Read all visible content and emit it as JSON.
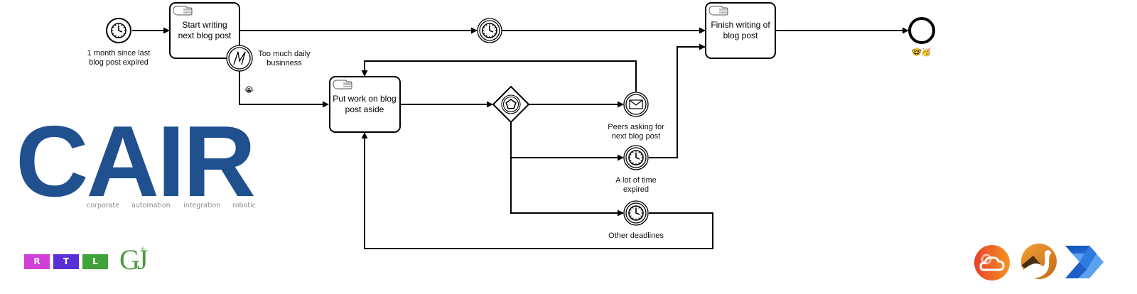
{
  "diagram": {
    "type": "BPMN process",
    "events": {
      "start": {
        "label": "1 month since last blog post expired",
        "icon": "timer-icon",
        "lines": [
          "1 month since last",
          "blog post expired"
        ]
      },
      "intermediate_timer_top": {
        "label": "",
        "icon": "timer-icon"
      },
      "boundary_escalation": {
        "label": "Too much daily businness",
        "icon": "escalation-icon",
        "lines": [
          "Too much daily",
          "businness"
        ]
      },
      "peers_message": {
        "label": "Peers asking for next blog post",
        "icon": "envelope-icon",
        "lines": [
          "Peers asking for",
          "next blog post"
        ]
      },
      "time_expired": {
        "label": "A lot of time expired",
        "icon": "timer-icon",
        "lines": [
          "A lot of time",
          "expired"
        ]
      },
      "other_deadlines": {
        "label": "Other deadlines",
        "icon": "timer-icon",
        "lines": [
          "Other deadlines"
        ]
      },
      "end": {
        "label": "",
        "icon": "end-event-icon"
      }
    },
    "tasks": {
      "start_writing": {
        "label": "Start writing next blog post",
        "lines": [
          "Start writing",
          "next blog post"
        ],
        "icon": "manual-task-hand-icon"
      },
      "put_aside": {
        "label": "Put work on blog post aside",
        "lines": [
          "Put work on blog",
          "post aside"
        ],
        "icon": "manual-task-hand-icon"
      },
      "finish_writing": {
        "label": "Finish writing of blog post",
        "lines": [
          "Finish writing of",
          "blog post"
        ],
        "icon": "manual-task-hand-icon"
      }
    },
    "gateway": {
      "type": "event-based",
      "icon": "pentagon-icon"
    },
    "emojis": {
      "crying": "😭",
      "end": "🤓🥳"
    }
  },
  "logos": {
    "cair": {
      "text": "CAIR",
      "color": "#21508f",
      "subtitle": [
        "corporate",
        "automation",
        "integration",
        "robotic"
      ]
    },
    "rtl": {
      "letters": [
        "R",
        "T",
        "L"
      ],
      "colors": [
        "#d23fd8",
        "#5a2fd6",
        "#3fa33a"
      ]
    },
    "gj": {
      "text": "GJ",
      "plus": "+"
    },
    "right_icons": [
      "cloud-gear-logo",
      "camel-logo",
      "power-automate-logo"
    ]
  }
}
